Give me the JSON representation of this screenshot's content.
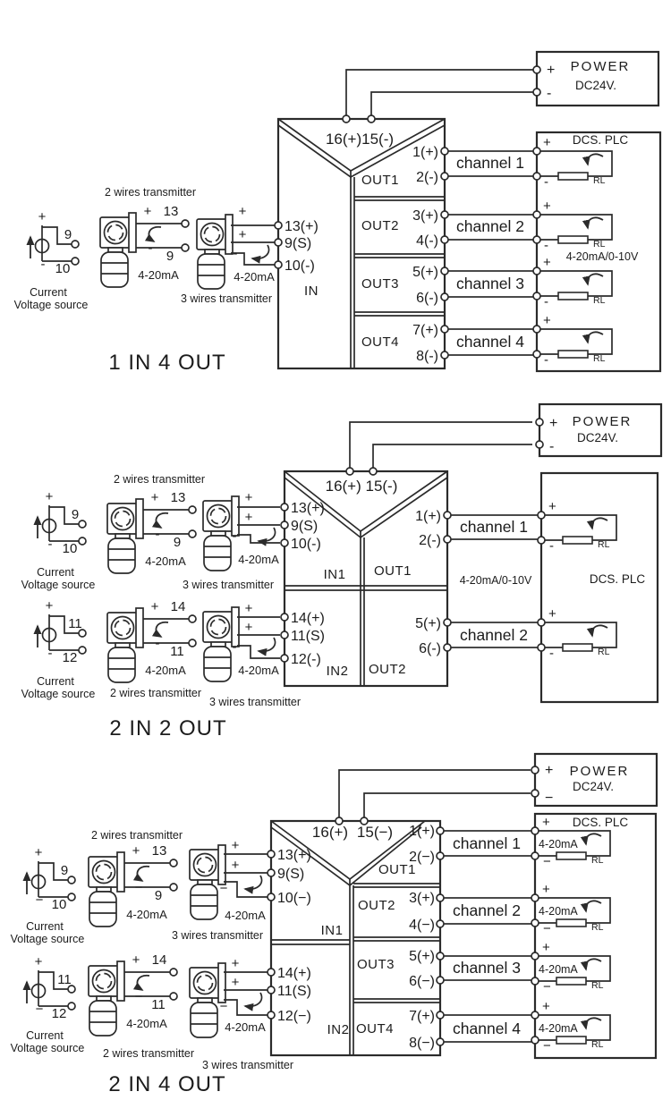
{
  "s1": {
    "title": "1 IN 4 OUT",
    "power": {
      "label": "POWER",
      "voltage": "DC24V.",
      "plus": "+",
      "minus": "-"
    },
    "module": {
      "top": "16(+)15(-)",
      "in": "IN",
      "in_t1": "13(+)",
      "in_t2": "9(S)",
      "in_t3": "10(-)",
      "out1": "OUT1",
      "out1_p": "1(+)",
      "out1_m": "2(-)",
      "out2": "OUT2",
      "out2_p": "3(+)",
      "out2_m": "4(-)",
      "out3": "OUT3",
      "out3_p": "5(+)",
      "out3_m": "6(-)",
      "out4": "OUT4",
      "out4_p": "7(+)",
      "out4_m": "8(-)"
    },
    "channels": [
      "channel 1",
      "channel 2",
      "channel 3",
      "channel 4"
    ],
    "dcs": {
      "label": "DCS. PLC",
      "range": "4-20mA/0-10V",
      "rl": "RL",
      "plus": "+",
      "minus": "-"
    },
    "source": {
      "plus": "+",
      "minus": "-",
      "n1": "9",
      "n2": "10",
      "cap1": "Current",
      "cap2": "Voltage source"
    },
    "tx2": {
      "cap": "2 wires transmitter",
      "plus": "+",
      "n1": "13",
      "minus": "-",
      "n2": "9",
      "ma": "4-20mA"
    },
    "tx3": {
      "cap": "3 wires transmitter",
      "p1": "+",
      "p2": "+",
      "m": "-",
      "ma": "4-20mA"
    }
  },
  "s2": {
    "title": "2 IN 2 OUT",
    "power": {
      "label": "POWER",
      "voltage": "DC24V.",
      "plus": "+",
      "minus": "-"
    },
    "module": {
      "top": "16(+) 15(-)",
      "in1": "IN1",
      "in1_t1": "13(+)",
      "in1_t2": "9(S)",
      "in1_t3": "10(-)",
      "out1": "OUT1",
      "out1_p": "1(+)",
      "out1_m": "2(-)",
      "in2": "IN2",
      "in2_t1": "14(+)",
      "in2_t2": "11(S)",
      "in2_t3": "12(-)",
      "out2": "OUT2",
      "out2_p": "5(+)",
      "out2_m": "6(-)"
    },
    "channels": [
      "channel 1",
      "channel 2"
    ],
    "dcs": {
      "label": "DCS. PLC",
      "range": "4-20mA/0-10V",
      "rl": "RL",
      "plus": "+",
      "minus": "-"
    },
    "source1": {
      "plus": "+",
      "minus": "-",
      "n1": "9",
      "n2": "10",
      "cap1": "Current",
      "cap2": "Voltage source"
    },
    "source2": {
      "plus": "+",
      "minus": "-",
      "n1": "11",
      "n2": "12",
      "cap1": "Current",
      "cap2": "Voltage source"
    },
    "tx2a": {
      "cap": "2 wires transmitter",
      "plus": "+",
      "n1": "13",
      "minus": "-",
      "n2": "9",
      "ma": "4-20mA"
    },
    "tx2b": {
      "cap": "2 wires transmitter",
      "plus": "+",
      "n1": "14",
      "minus": "-",
      "n2": "11",
      "ma": "4-20mA"
    },
    "tx3a": {
      "cap": "3 wires transmitter",
      "p1": "+",
      "p2": "+",
      "m": "-",
      "ma": "4-20mA"
    },
    "tx3b": {
      "cap": "3 wires transmitter",
      "p1": "+",
      "p2": "+",
      "m": "-",
      "ma": "4-20mA"
    }
  },
  "s3": {
    "title": "2 IN 4 OUT",
    "power": {
      "label": "POWER",
      "voltage": "DC24V.",
      "plus": "+",
      "minus": "−"
    },
    "module": {
      "t16": "16(+)",
      "t15": "15(−)",
      "in1": "IN1",
      "in1_t1": "13(+)",
      "in1_t2": "9(S)",
      "in1_t3": "10(−)",
      "in2": "IN2",
      "in2_t1": "14(+)",
      "in2_t2": "11(S)",
      "in2_t3": "12(−)",
      "out1": "OUT1",
      "out1_p": "1(+)",
      "out1_m": "2(−)",
      "out2": "OUT2",
      "out2_p": "3(+)",
      "out2_m": "4(−)",
      "out3": "OUT3",
      "out3_p": "5(+)",
      "out3_m": "6(−)",
      "out4": "OUT4",
      "out4_p": "7(+)",
      "out4_m": "8(−)"
    },
    "channels": [
      "channel 1",
      "channel 2",
      "channel 3",
      "channel 4"
    ],
    "dcs": {
      "label": "DCS. PLC",
      "loop_ma": "4-20mA",
      "rl": "RL",
      "plus": "+",
      "minus": "−"
    },
    "source1": {
      "plus": "+",
      "minus": "−",
      "n1": "9",
      "n2": "10",
      "cap1": "Current",
      "cap2": "Voltage source"
    },
    "source2": {
      "plus": "+",
      "minus": "−",
      "n1": "11",
      "n2": "12",
      "cap1": "Current",
      "cap2": "Voltage source"
    },
    "tx2a": {
      "cap": "2 wires transmitter",
      "plus": "+",
      "n1": "13",
      "minus": "−",
      "n2": "9",
      "ma": "4-20mA"
    },
    "tx2b": {
      "cap": "2 wires transmitter",
      "plus": "+",
      "n1": "14",
      "minus": "−",
      "n2": "11",
      "ma": "4-20mA"
    },
    "tx3a": {
      "cap": "3 wires transmitter",
      "p1": "+",
      "p2": "+",
      "m": "−",
      "ma": "4-20mA"
    },
    "tx3b": {
      "cap": "3 wires transmitter",
      "p1": "+",
      "p2": "+",
      "m": "−",
      "ma": "4-20mA"
    }
  }
}
